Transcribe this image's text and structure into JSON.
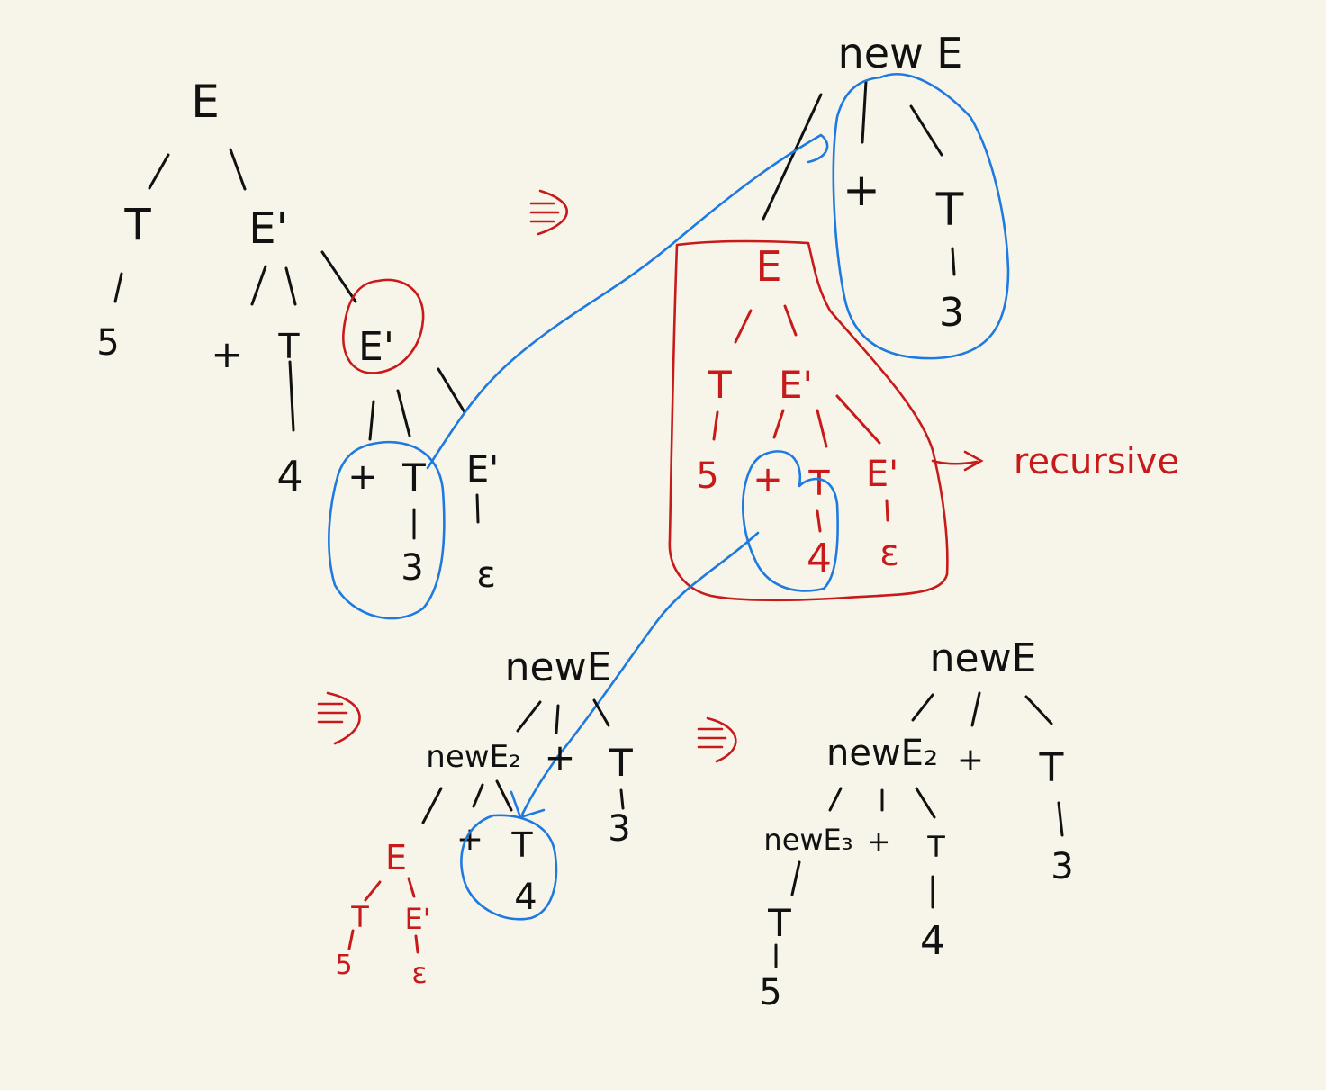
{
  "colors": {
    "ink": "#111111",
    "red": "#c81a1a",
    "blue": "#1f7ae0",
    "paper": "#f7f5ea"
  },
  "annotation": "recursive",
  "implies_symbol": "⇒",
  "tree1": {
    "root": "E",
    "t": "T",
    "e1": "E'",
    "five": "5",
    "plus1": "+",
    "t2": "T",
    "e2": "E'",
    "four": "4",
    "plus2": "+",
    "t3": "T",
    "e3": "E'",
    "three": "3",
    "eps": "ε"
  },
  "tree2": {
    "root": "new E",
    "plus": "+",
    "t": "T",
    "three": "3",
    "e": "E",
    "tl": "T",
    "e1": "E'",
    "five": "5",
    "plus2": "+",
    "t2": "T",
    "e2": "E'",
    "four": "4",
    "eps": "ε"
  },
  "tree3": {
    "root": "newE",
    "newe2": "newE₂",
    "plus": "+",
    "t": "T",
    "three": "3",
    "e": "E",
    "plus2": "+",
    "t2": "T",
    "four": "4",
    "tl": "T",
    "e1": "E'",
    "five": "5",
    "eps": "ε"
  },
  "tree4": {
    "root": "newE",
    "newe2": "newE₂",
    "plus": "+",
    "t": "T",
    "three": "3",
    "newe3": "newE₃",
    "plus2": "+",
    "t2": "T",
    "four": "4",
    "tl": "T",
    "five": "5"
  }
}
